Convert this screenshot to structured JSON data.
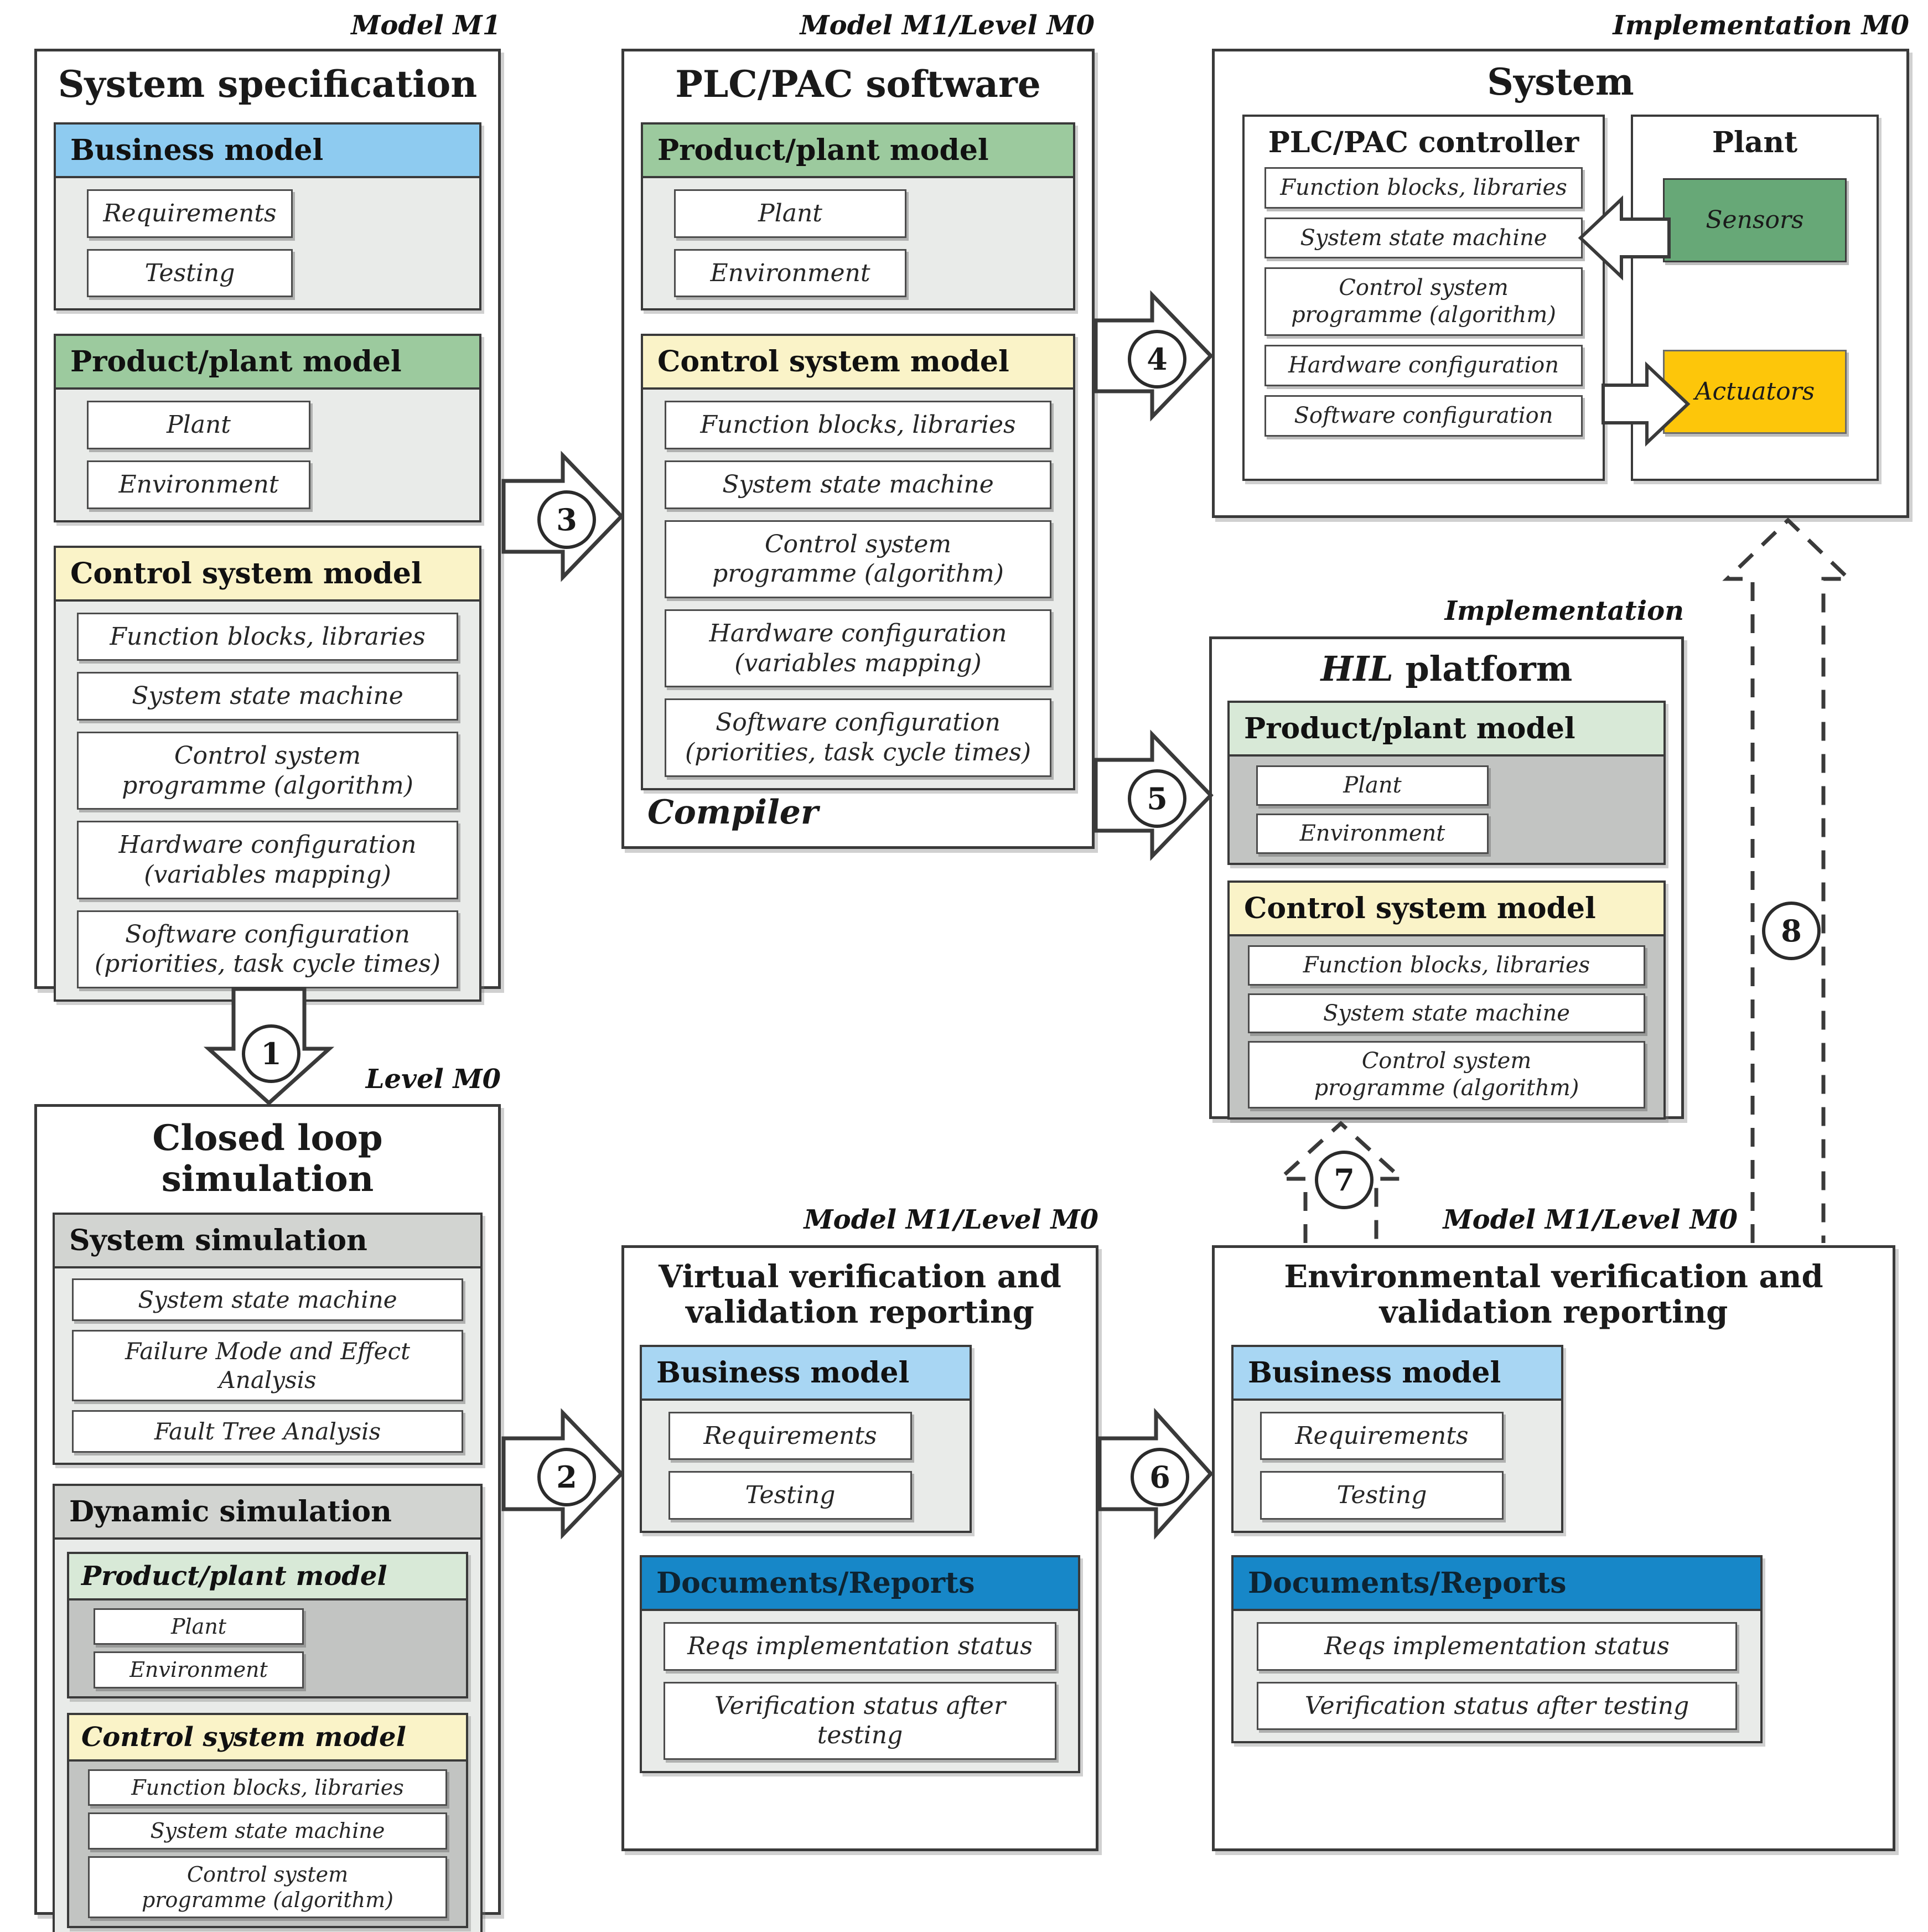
{
  "colors": {
    "border": "#3a3a3a",
    "blue_header": "#8ecbf0",
    "blue_header_light": "#a8d6f3",
    "green_header": "#9cca9e",
    "pale_green_header": "#d8e9d7",
    "yellow_header": "#faf3c8",
    "gray_header": "#d2d4d1",
    "light_body": "#e9ebe9",
    "dark_body": "#c2c4c2",
    "docs_blue": "#1787c8",
    "sensors_green": "#67a877",
    "actuators_yellow": "#fdc60a"
  },
  "spec": {
    "tag": "Model M1",
    "title": "System specification",
    "business": {
      "title": "Business model",
      "items": [
        "Requirements",
        "Testing"
      ]
    },
    "product": {
      "title": "Product/plant model",
      "items": [
        "Plant",
        "Environment"
      ]
    },
    "control": {
      "title": "Control system model",
      "items": [
        "Function blocks, libraries",
        "System state machine",
        "Control system\nprogramme (algorithm)",
        "Hardware configuration\n(variables mapping)",
        "Software configuration\n(priorities, task cycle times)"
      ]
    }
  },
  "plc": {
    "tag": "Model M1/Level M0",
    "title": "PLC/PAC software",
    "compiler": "Compiler",
    "product": {
      "title": "Product/plant model",
      "items": [
        "Plant",
        "Environment"
      ]
    },
    "control": {
      "title": "Control system model",
      "items": [
        "Function blocks, libraries",
        "System state machine",
        "Control system\nprogramme (algorithm)",
        "Hardware configuration\n(variables mapping)",
        "Software configuration\n(priorities, task cycle times)"
      ]
    }
  },
  "system": {
    "tag": "Implementation M0",
    "title": "System",
    "controller": {
      "title": "PLC/PAC controller",
      "items": [
        "Function blocks, libraries",
        "System state machine",
        "Control system\nprogramme (algorithm)",
        "Hardware configuration",
        "Software configuration"
      ]
    },
    "plant": {
      "title": "Plant",
      "sensors": "Sensors",
      "actuators": "Actuators"
    }
  },
  "hil": {
    "tag": "Implementation",
    "title_hil": "HIL",
    "title_rest": " platform",
    "product": {
      "title": "Product/plant model",
      "items": [
        "Plant",
        "Environment"
      ]
    },
    "control": {
      "title": "Control system model",
      "items": [
        "Function blocks, libraries",
        "System state machine",
        "Control system\nprogramme (algorithm)"
      ]
    }
  },
  "closed": {
    "tag": "Level M0",
    "title": "Closed loop simulation",
    "system_sim": {
      "title": "System simulation",
      "items": [
        "System state machine",
        "Failure Mode and Effect Analysis",
        "Fault Tree Analysis"
      ]
    },
    "dynamic_sim": {
      "title": "Dynamic simulation",
      "product": {
        "title": "Product/plant model",
        "items": [
          "Plant",
          "Environment"
        ]
      },
      "control": {
        "title": "Control system model",
        "items": [
          "Function blocks, libraries",
          "System state machine",
          "Control system\nprogramme (algorithm)"
        ]
      }
    }
  },
  "virtual": {
    "tag": "Model M1/Level M0",
    "title": "Virtual verification and\nvalidation reporting",
    "business": {
      "title": "Business model",
      "items": [
        "Requirements",
        "Testing"
      ]
    },
    "documents": {
      "title": "Documents/Reports",
      "items": [
        "Reqs implementation status",
        "Verification status after testing"
      ]
    }
  },
  "env": {
    "tag": "Model M1/Level M0",
    "title": "Environmental verification and\nvalidation reporting",
    "business": {
      "title": "Business model",
      "items": [
        "Requirements",
        "Testing"
      ]
    },
    "documents": {
      "title": "Documents/Reports",
      "items": [
        "Reqs implementation status",
        "Verification status after testing"
      ]
    }
  },
  "arrows": {
    "n1": "1",
    "n2": "2",
    "n3": "3",
    "n4": "4",
    "n5": "5",
    "n6": "6",
    "n7": "7",
    "n8": "8"
  }
}
